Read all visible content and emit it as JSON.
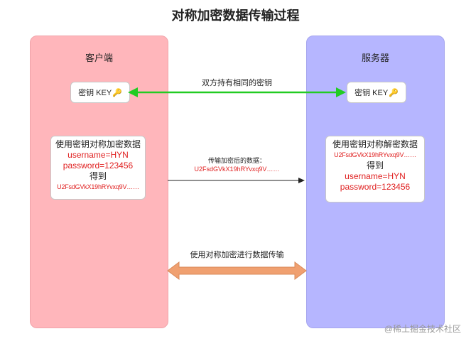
{
  "title": "对称加密数据传输过程",
  "client": {
    "title": "客户端",
    "key_label": "密钥 KEY",
    "key_icon": "🔑",
    "box": {
      "line1": "使用密钥对称加密数据",
      "line2": "username=HYN",
      "line3": "password=123456",
      "line4": "得到",
      "line5": "U2FsdGVkX19hRYvxq9V……"
    }
  },
  "server": {
    "title": "服务器",
    "key_label": "密钥 KEY",
    "key_icon": "🔑",
    "box": {
      "line1": "使用密钥对称解密数据",
      "line2": "U2FsdGVkX19hRYvxq9V……",
      "line3": "得到",
      "line4": "username=HYN",
      "line5": "password=123456"
    }
  },
  "arrows": {
    "shared_key_label": "双方持有相同的密钥",
    "transfer_label": "传输加密后的数据：",
    "transfer_value": "U2FsdGVkX19hRYvxq9V……",
    "symmetric_label": "使用对称加密进行数据传输"
  },
  "colors": {
    "client_bg": "#ffb6bb",
    "server_bg": "#b6b6ff",
    "green_arrow": "#22cc22",
    "orange_arrow": "#f0a070",
    "accent_red": "#e02020"
  },
  "watermark": "@稀土掘金技术社区"
}
